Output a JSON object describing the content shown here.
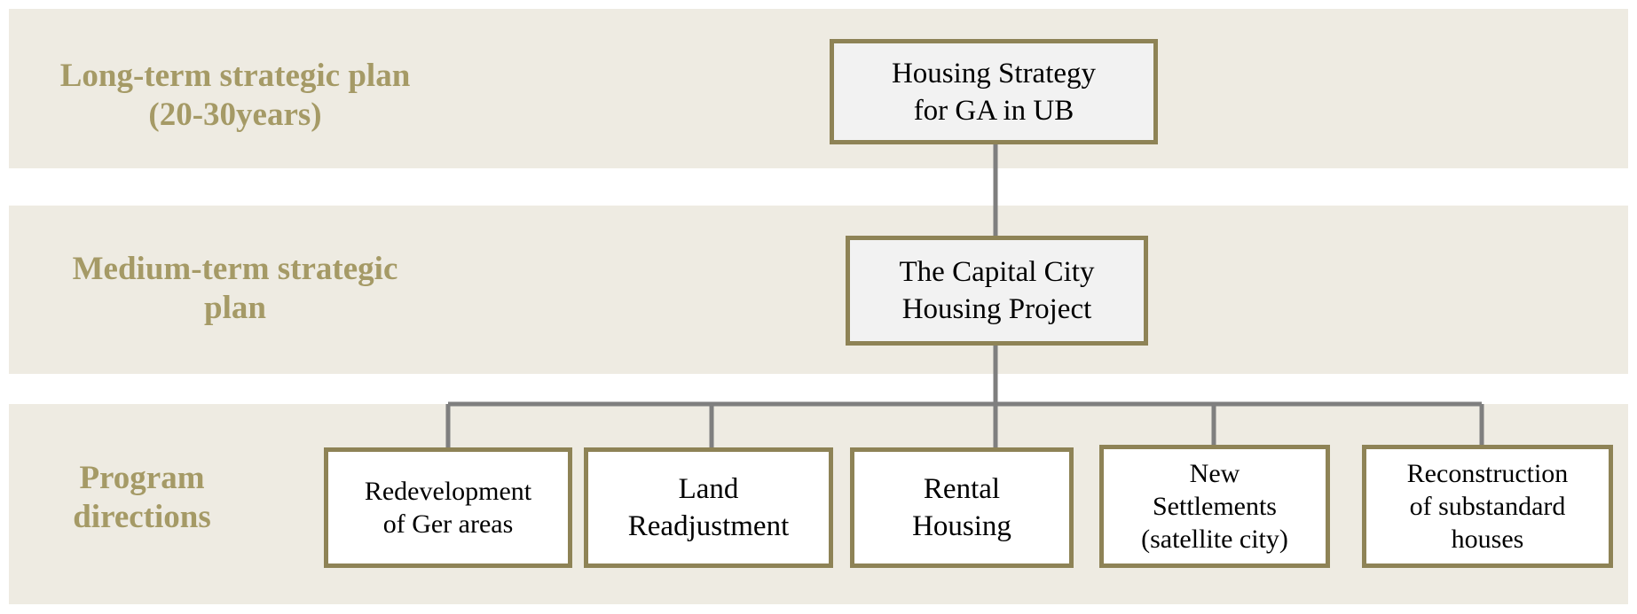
{
  "levels": [
    {
      "label": "Long-term strategic plan\n(20-30years)"
    },
    {
      "label": "Medium-term strategic\nplan"
    },
    {
      "label": "Program\ndirections"
    }
  ],
  "nodes": {
    "strategy": "Housing Strategy\nfor GA in UB",
    "project": "The Capital City\nHousing Project",
    "programs": [
      "Redevelopment\nof Ger areas",
      "Land\nReadjustment",
      "Rental\nHousing",
      "New\nSettlements\n(satellite city)",
      "Reconstruction\nof substandard\nhouses"
    ]
  },
  "colors": {
    "band_fill": "#eeebe2",
    "level_text": "#a59a66",
    "box_border": "#8e8356",
    "connector": "#7f7f7f"
  }
}
